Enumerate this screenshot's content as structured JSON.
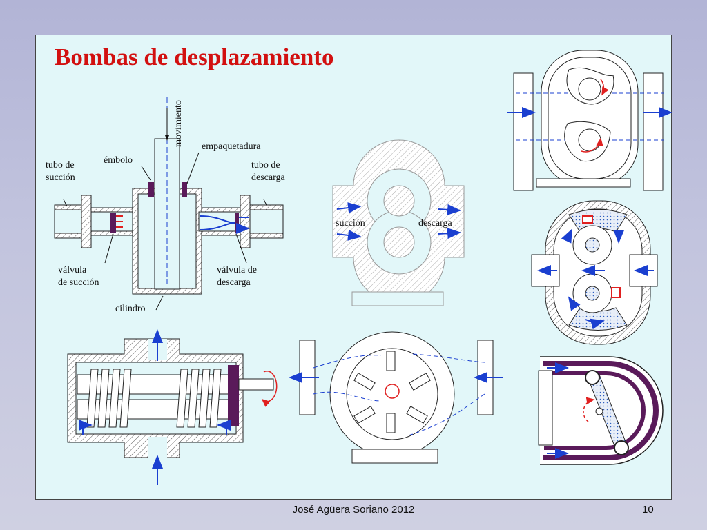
{
  "slide": {
    "title": "Bombas de desplazamiento",
    "footer_author": "José Agüera Soriano 2012",
    "page_number": "10"
  },
  "piston_pump": {
    "labels": {
      "movimiento": "movimiento",
      "empaquetadura": "empaquetadura",
      "embolo": "émbolo",
      "tubo_succion_1": "tubo de",
      "tubo_succion_2": "succión",
      "tubo_descarga_1": "tubo de",
      "tubo_descarga_2": "descarga",
      "valvula_succion_1": "válvula",
      "valvula_succion_2": "de succión",
      "valvula_descarga_1": "válvula de",
      "valvula_descarga_2": "descarga",
      "cilindro": "cilindro"
    }
  },
  "gear_pump": {
    "labels": {
      "succion": "succión",
      "descarga": "descarga"
    }
  },
  "colors": {
    "title": "#d21010",
    "slide_bg": "#e2f7f9",
    "flow_arrow": "#1a3fd0",
    "rotation_arrow": "#e02020",
    "valve_dark": "#5a1a5a",
    "outline": "#222222"
  }
}
